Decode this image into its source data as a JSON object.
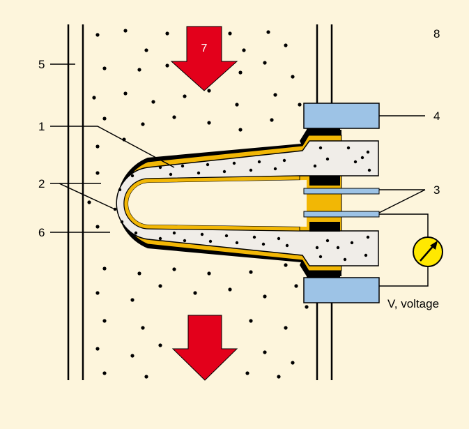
{
  "labels": {
    "l1": "1",
    "l2": "2",
    "l3": "3",
    "l4": "4",
    "l5": "5",
    "l6": "6",
    "l7": "7",
    "l8": "8",
    "voltage": "V, voltage"
  },
  "colors": {
    "background": "#fdf5dc",
    "flow_arrow": "#e3001b",
    "electrolyte": "#f0ede8",
    "outer_electrode": "#f2b705",
    "inner_electrode": "#f2b705",
    "housing": "#9dc3e6",
    "voltmeter": "#ffe800"
  }
}
